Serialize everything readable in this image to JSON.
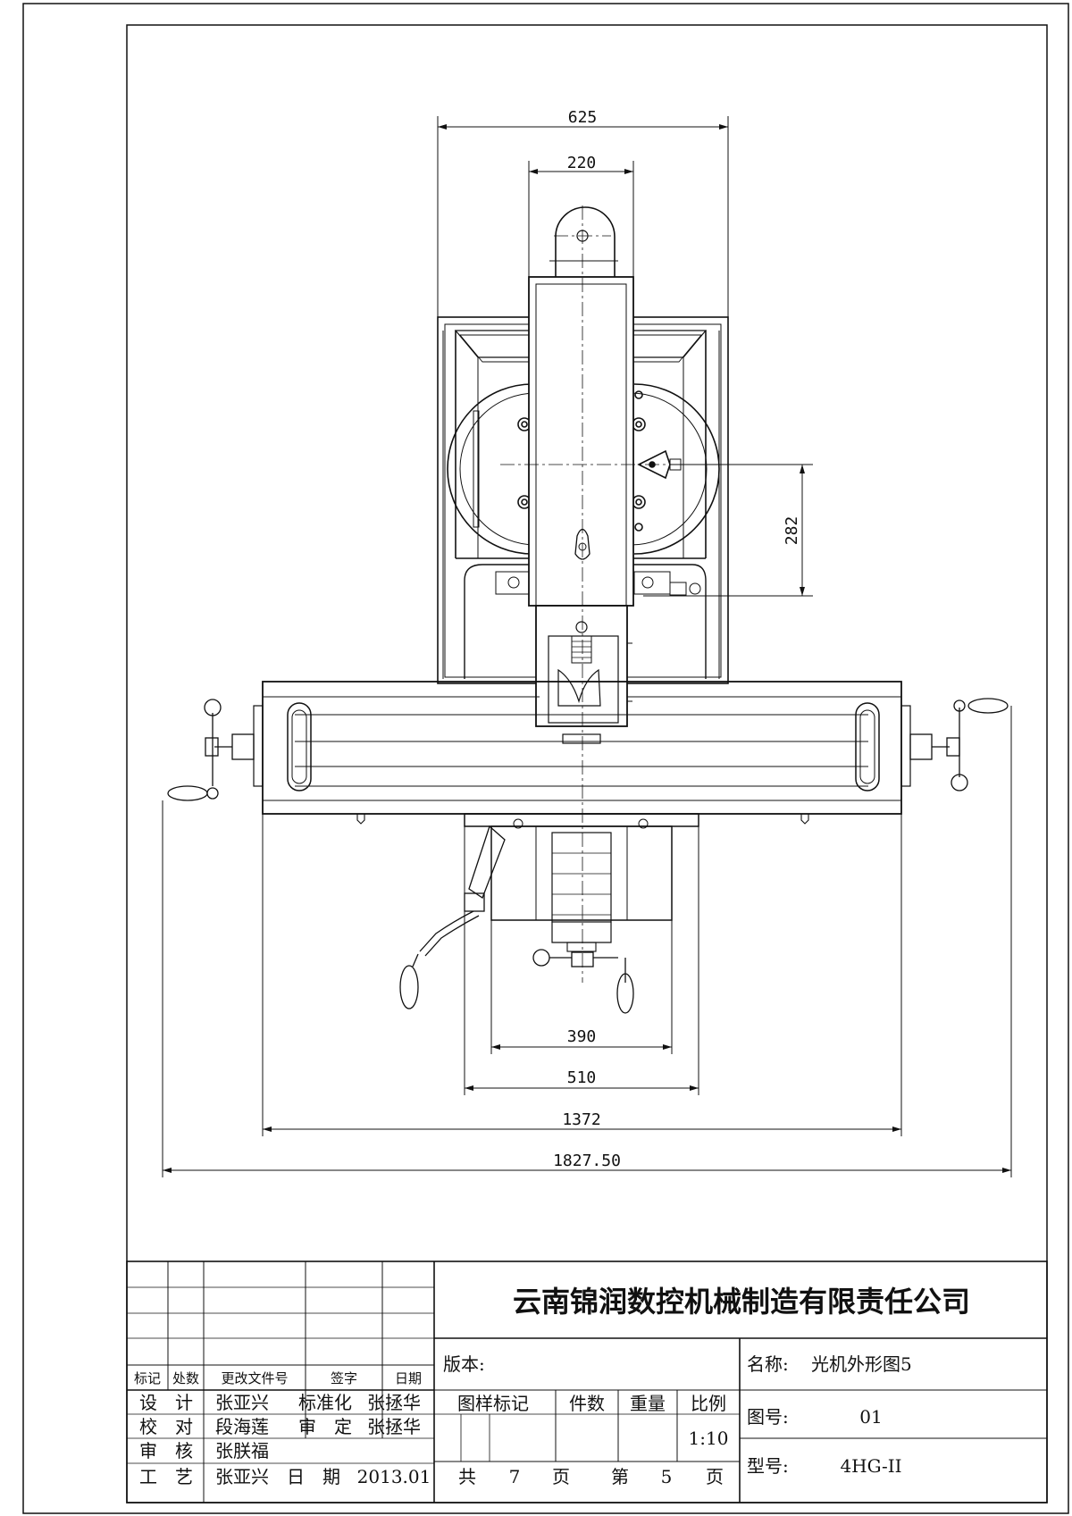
{
  "dimensions": {
    "d625": "625",
    "d220": "220",
    "d282": "282",
    "d390": "390",
    "d510": "510",
    "d1372": "1372",
    "d1827": "1827.50"
  },
  "title_block": {
    "company": "云南锦润数控机械制造有限责任公司",
    "revision_headers": {
      "mark": "标记",
      "count": "处数",
      "doc_no": "更改文件号",
      "sign": "签字",
      "date": "日期"
    },
    "roles": {
      "design_label": "设　计",
      "design_name": "张亚兴",
      "standard_label": "标准化",
      "standard_name": "张拯华",
      "check_label": "校　对",
      "check_name": "段海莲",
      "approve_label": "审　定",
      "approve_name": "张拯华",
      "review_label": "审　核",
      "review_name": "张朕福",
      "process_label": "工　艺",
      "process_name": "张亚兴",
      "date_label": "日　期",
      "date_value": "2013.01"
    },
    "version_label": "版本:",
    "stage_mark_label": "图样标记",
    "pieces_label": "件数",
    "weight_label": "重量",
    "scale_label": "比例",
    "scale_value": "1:10",
    "total_label": "共",
    "total_pages": "7",
    "page_unit": "页",
    "sheet_label": "第",
    "sheet_no": "5",
    "name_label": "名称:",
    "name_value": "光机外形图5",
    "drawing_no_label": "图号:",
    "drawing_no_value": "01",
    "model_label": "型号:",
    "model_value": "4HG-II"
  }
}
